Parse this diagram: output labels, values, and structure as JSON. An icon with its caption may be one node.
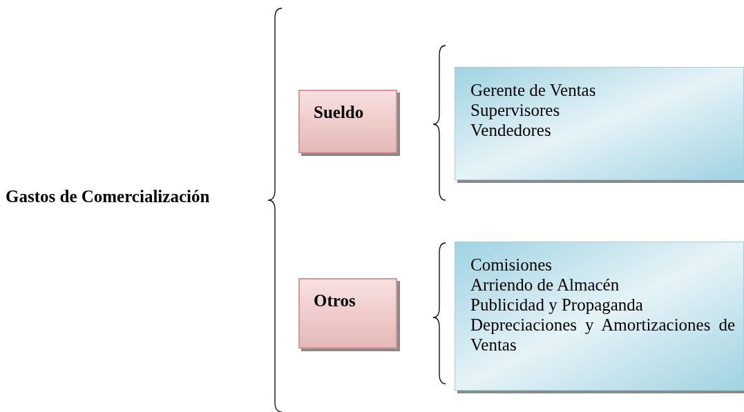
{
  "diagram": {
    "nodes": [
      {
        "text": [
          "Sueldo"
        ]
      },
      {
        "text": [
          "Gerente de Ventas",
          "Supervisores",
          "Vendedores"
        ]
      },
      {
        "text": [
          "Otros"
        ]
      },
      {
        "text": [
          "Comisiones",
          "Arriendo de Almacén",
          "Publicidad y Propaganda",
          "Depreciaciones y Amortizaciones de Ventas"
        ]
      }
    ],
    "labels": [
      "Gastos de Comercialización"
    ]
  }
}
